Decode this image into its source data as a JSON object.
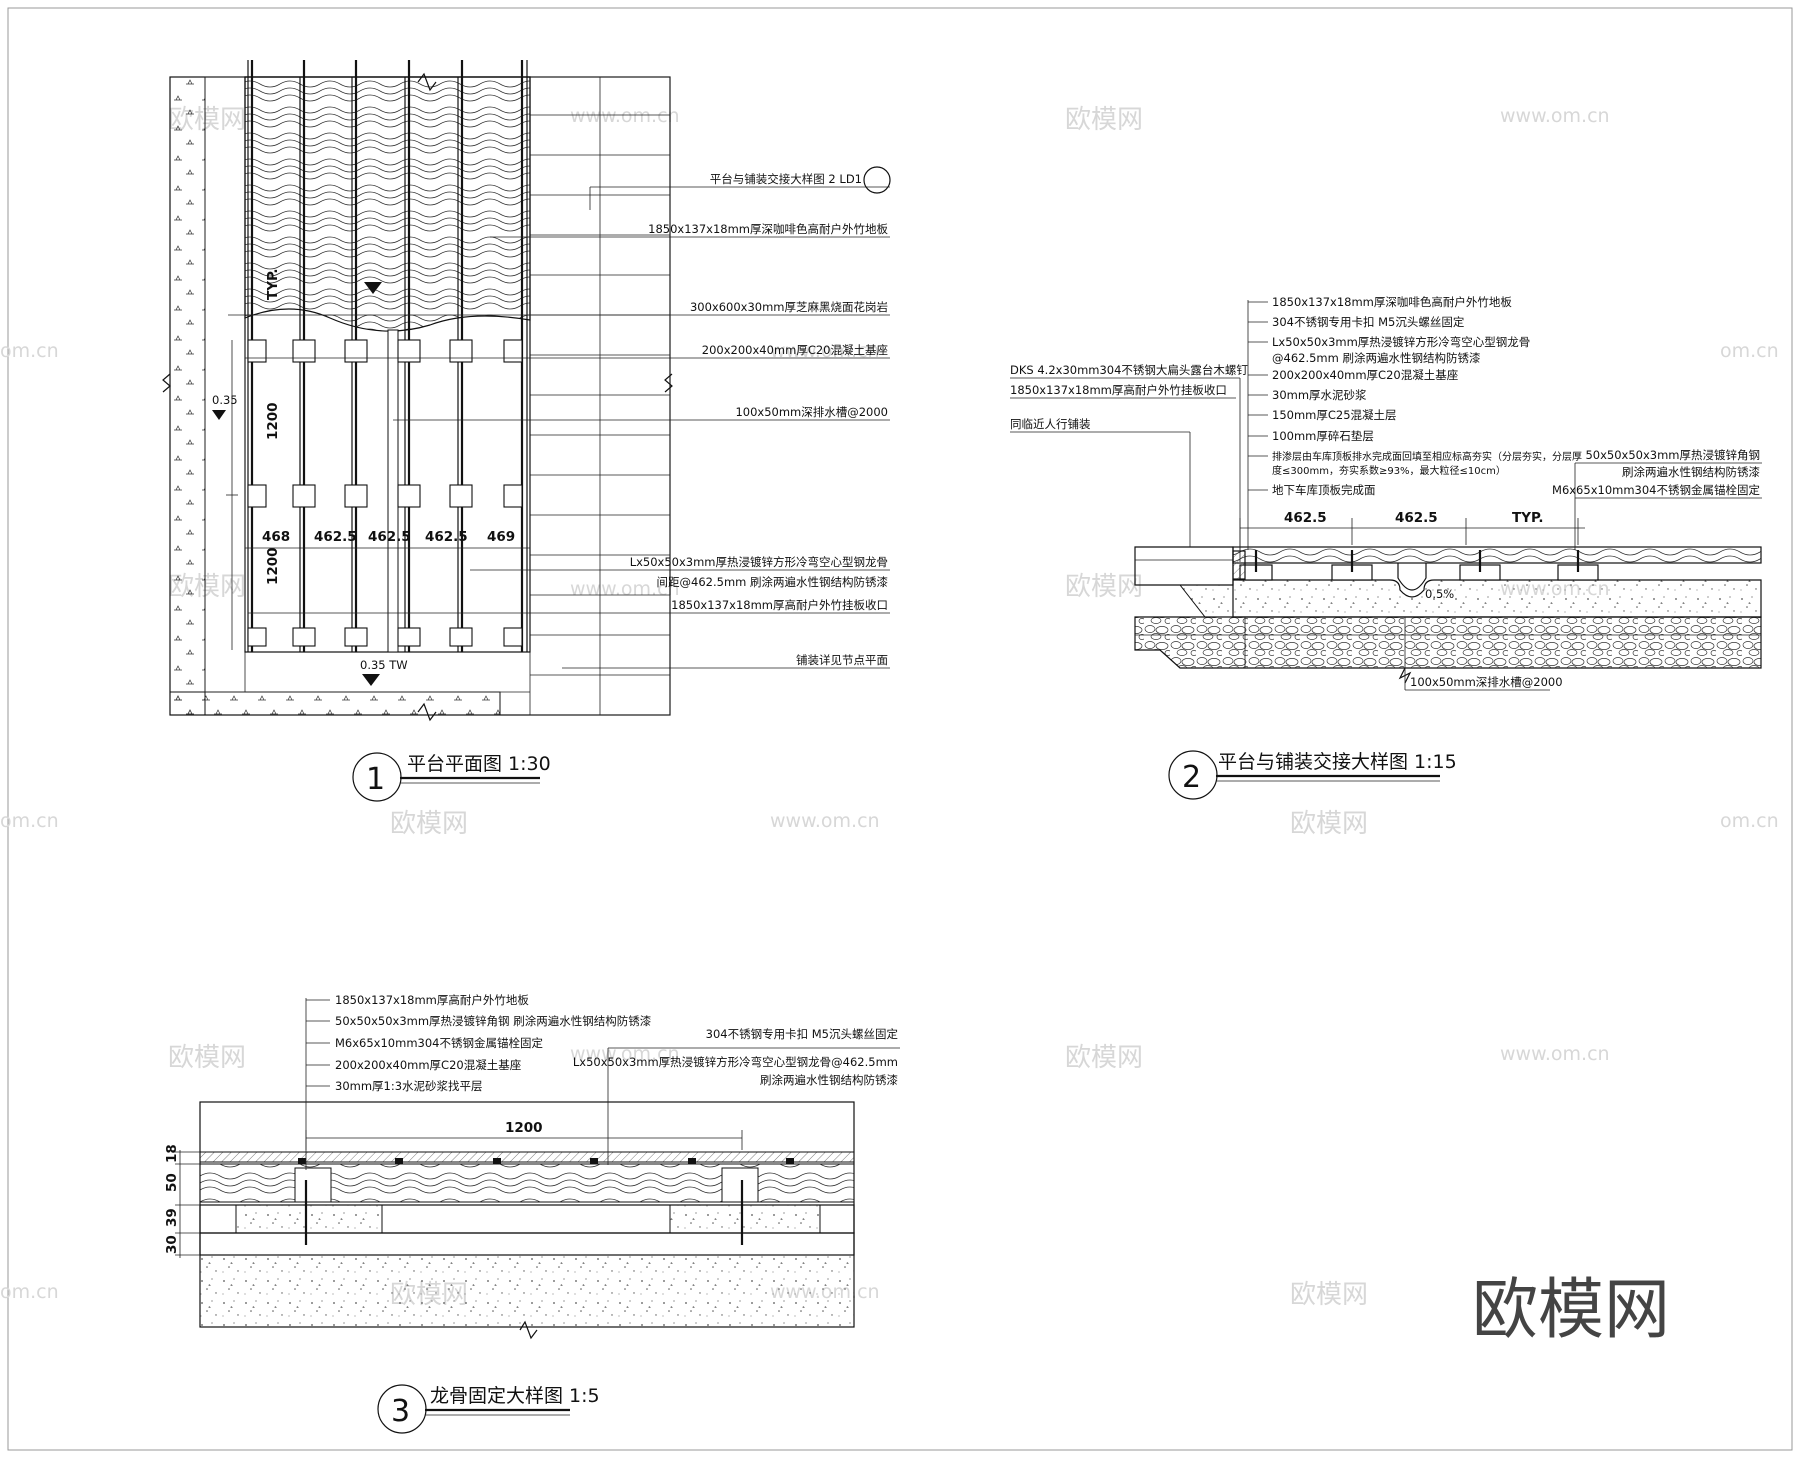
{
  "plan": {
    "title": "平台平面图 1:30",
    "number": "1",
    "labels": [
      "平台与铺装交接大样图 2 LD1",
      "1850x137x18mm厚深咖啡色高耐户外竹地板",
      "300x600x30mm厚芝麻黑烧面花岗岩",
      "200x200x40mm厚C20混凝土基座",
      "100x50mm深排水槽@2000",
      "Lx50x50x3mm厚热浸镀锌方形冷弯空心型钢龙骨",
      "间距@462.5mm 刷涂两遍水性钢结构防锈漆",
      "1850x137x18mm厚高耐户外竹挂板收口",
      "铺装详见节点平面"
    ],
    "dims": [
      "468",
      "462.5",
      "462.5",
      "462.5",
      "469",
      "1200",
      "1200"
    ],
    "typ": "TYP.",
    "levels": [
      "0.35",
      "0.35 TW"
    ]
  },
  "section2": {
    "title": "平台与铺装交接大样图 1:15",
    "number": "2",
    "labels_top": [
      "1850x137x18mm厚深咖啡色高耐户外竹地板",
      "304不锈钢专用卡扣 M5沉头螺丝固定",
      "Lx50x50x3mm厚热浸镀锌方形冷弯空心型钢龙骨",
      "@462.5mm 刷涂两遍水性钢结构防锈漆",
      "200x200x40mm厚C20混凝土基座",
      "30mm厚水泥砂浆",
      "150mm厚C25混凝土层",
      "100mm厚碎石垫层",
      "排渗层由车库顶板排水完成面回填至相应标高夯实（分层夯实，分层厚",
      "度≤300mm，夯实系数≥93%，最大粒径≤10cm）",
      "地下车库顶板完成面"
    ],
    "labels_left": [
      "DKS 4.2x30mm304不锈钢大扁头露台木螺钉",
      "1850x137x18mm厚高耐户外竹挂板收口",
      "同临近人行铺装"
    ],
    "labels_right": [
      "50x50x50x3mm厚热浸镀锌角钢",
      "刷涂两遍水性钢结构防锈漆",
      "M6x65x10mm304不锈钢金属锚栓固定"
    ],
    "dims": [
      "462.5",
      "462.5",
      "TYP."
    ],
    "bottom_label": "100x50mm深排水槽@2000",
    "slope": "0.5%"
  },
  "section3": {
    "title": "龙骨固定大样图 1:5",
    "number": "3",
    "labels_left": [
      "1850x137x18mm厚高耐户外竹地板",
      "50x50x50x3mm厚热浸镀锌角钢  刷涂两遍水性钢结构防锈漆",
      "M6x65x10mm304不锈钢金属锚栓固定",
      "200x200x40mm厚C20混凝土基座",
      "30mm厚1:3水泥砂浆找平层"
    ],
    "labels_right": [
      "304不锈钢专用卡扣 M5沉头螺丝固定",
      "Lx50x50x3mm厚热浸镀锌方形冷弯空心型钢龙骨@462.5mm",
      "刷涂两遍水性钢结构防锈漆"
    ],
    "dim_top": "1200",
    "dims_left": [
      "18",
      "50",
      "39",
      "30"
    ]
  },
  "watermark": {
    "brand": "欧模网",
    "url": "www.om.cn",
    "url_short": "om.cn"
  }
}
